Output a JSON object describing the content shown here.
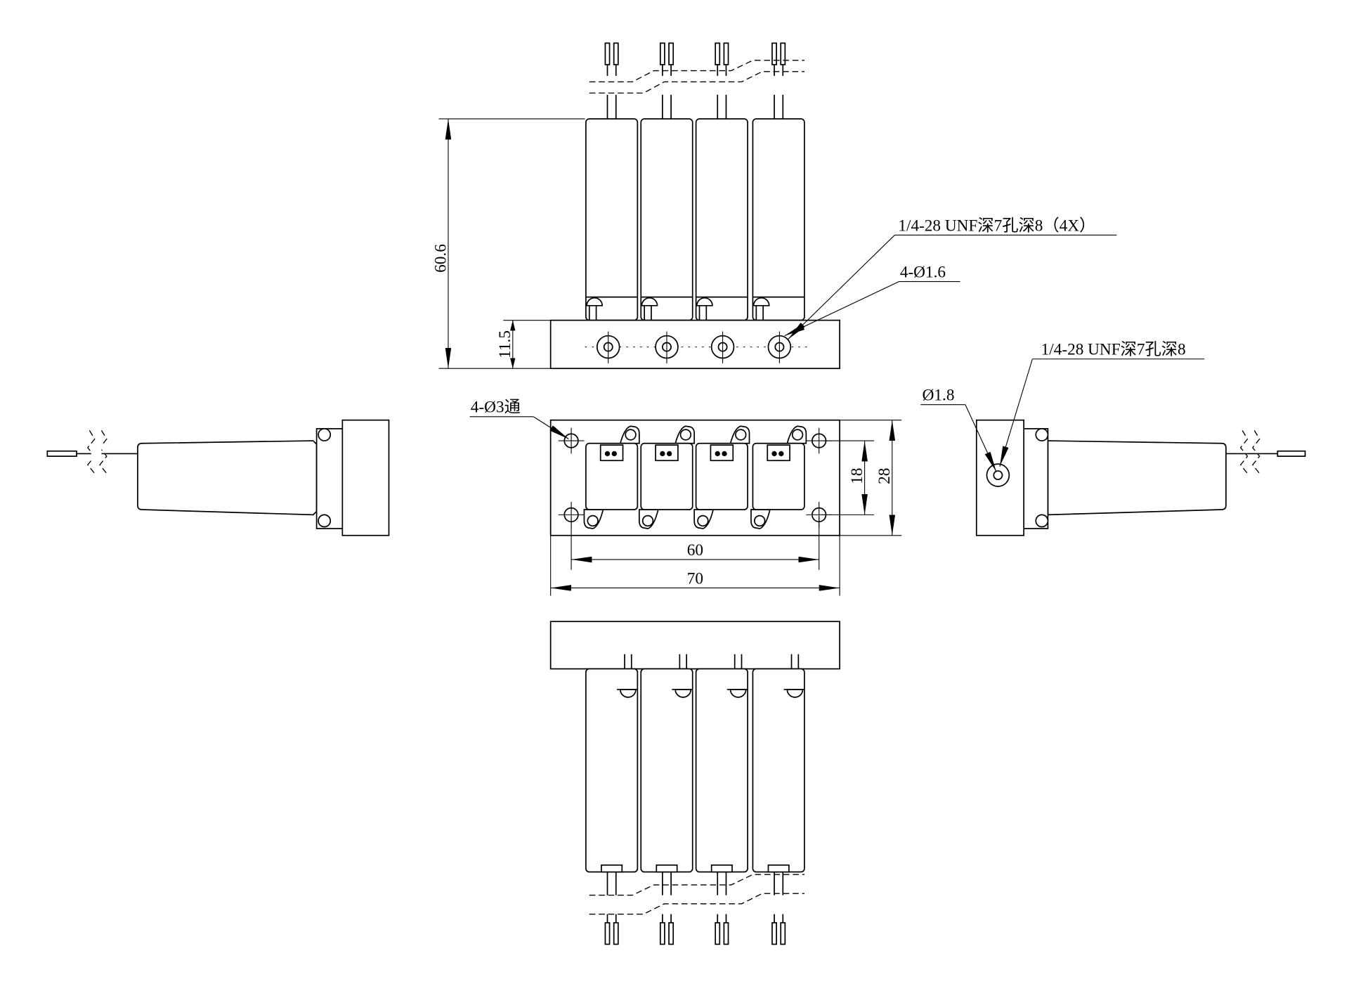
{
  "annotations": {
    "thread_4x": "1/4-28 UNF深7孔深8（4X）",
    "pin_holes": "4-Ø1.6",
    "thread_side": "1/4-28 UNF深7孔深8",
    "side_hole": "Ø1.8",
    "mount_holes": "4-Ø3通"
  },
  "dimensions": {
    "overall_height": "60.6",
    "base_height": "11.5",
    "hole_spacing_x": "60",
    "overall_width": "70",
    "hole_spacing_y": "18",
    "overall_depth": "28"
  }
}
